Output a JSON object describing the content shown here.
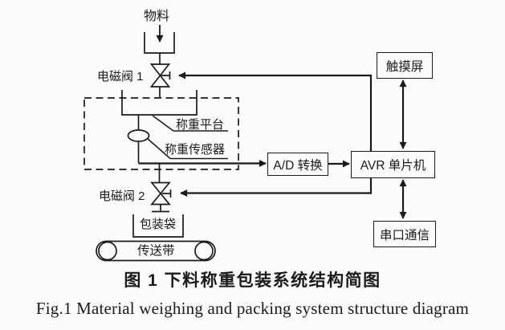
{
  "diagram": {
    "material_label": "物料",
    "valve1_label": "电磁阀 1",
    "platform_label": "称重平台",
    "sensor_label": "称重传感器",
    "valve2_label": "电磁阀 2",
    "bag_label": "包装袋",
    "belt_label": "传送带",
    "boxes": {
      "touch_screen": "触摸屏",
      "ad_converter": "A/D 转换",
      "avr_mcu": "AVR 单片机",
      "serial_comm": "串口通信"
    }
  },
  "caption": {
    "zh": "图 1 下料称重包装系统结构简图",
    "en": "Fig.1 Material weighing and packing system structure diagram"
  },
  "colors": {
    "line": "#1a1a1a",
    "background": "#fcfcfc"
  }
}
